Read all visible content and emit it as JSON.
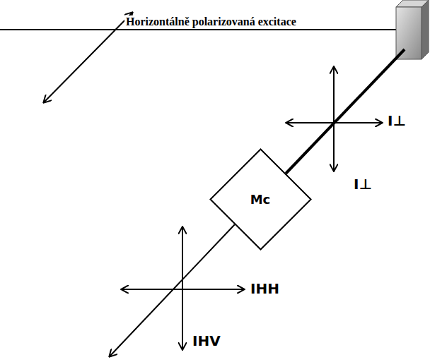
{
  "diagram": {
    "nodes": [
      {
        "text": [
          "Mc"
        ]
      }
    ],
    "labels": [
      "Horizontálně polarizovaná excitace",
      "I⊥",
      "I⊥",
      "IHH",
      "IHV"
    ]
  }
}
